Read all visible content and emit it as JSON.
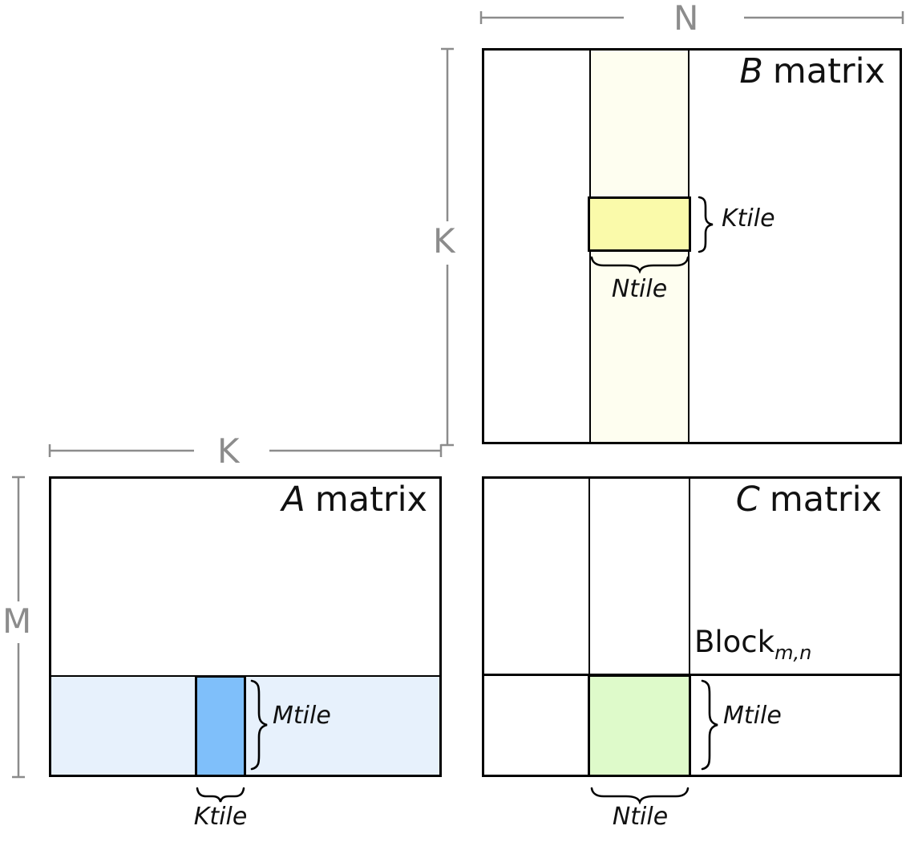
{
  "colors": {
    "tile_yellow": "#fafaaa",
    "band_ivory": "#fefef0",
    "tile_blue": "#7fbffa",
    "band_lightblue": "#e7f1fc",
    "tile_green": "#defaca",
    "dim_gray": "#8c8c8c",
    "line_black": "#000000"
  },
  "b_matrix": {
    "title_letter": "B",
    "title_word": "matrix",
    "dim_top": "N",
    "dim_side": "K",
    "ktile_label": "Ktile",
    "ntile_label": "Ntile"
  },
  "a_matrix": {
    "title_letter": "A",
    "title_word": "matrix",
    "dim_top": "K",
    "dim_side": "M",
    "mtile_label": "Mtile",
    "ktile_label": "Ktile"
  },
  "c_matrix": {
    "title_letter": "C",
    "title_word": "matrix",
    "block_word": "Block",
    "block_subscript": "m,n",
    "mtile_label": "Mtile",
    "ntile_label": "Ntile"
  }
}
